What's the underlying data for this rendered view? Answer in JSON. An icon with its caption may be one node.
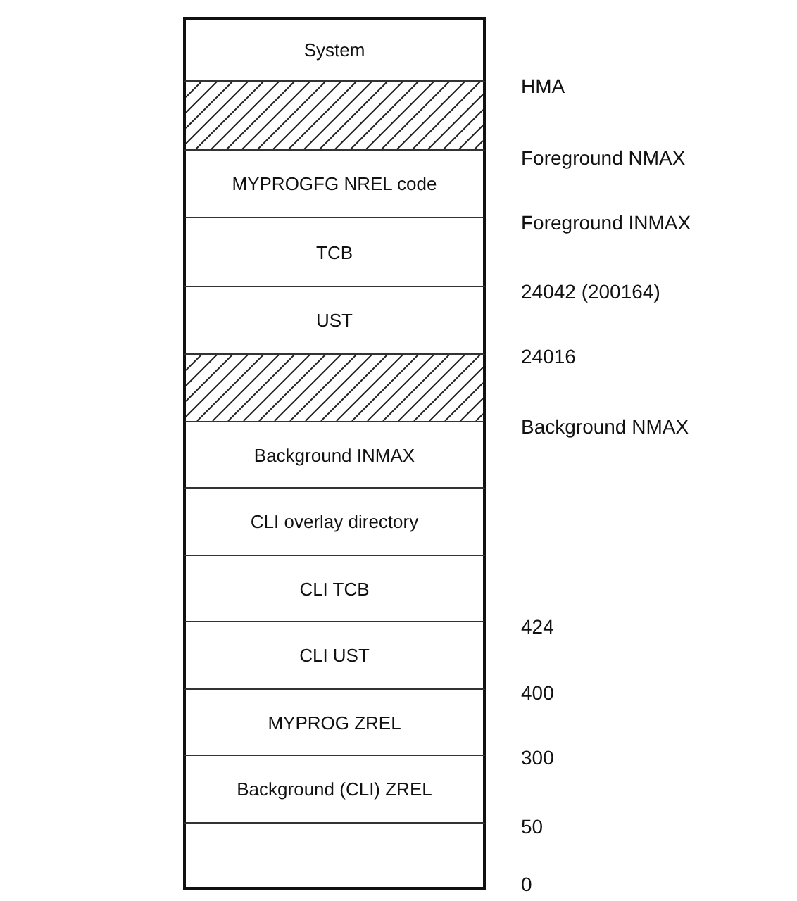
{
  "diagram": {
    "nodes": [
      {
        "text": [
          "System"
        ]
      },
      {
        "text": [],
        "shape": "box"
      },
      {
        "text": [
          "MYPROGFG NREL code"
        ]
      },
      {
        "text": [
          "TCB"
        ]
      },
      {
        "text": [
          "UST"
        ]
      },
      {
        "text": [],
        "shape": "box"
      },
      {
        "text": [
          "Background INMAX"
        ]
      },
      {
        "text": [
          "CLI overlay directory"
        ]
      },
      {
        "text": [
          "CLI TCB"
        ]
      },
      {
        "text": [
          "CLI UST"
        ]
      },
      {
        "text": [
          "MYPROG ZREL"
        ]
      },
      {
        "text": [
          "Background (CLI) ZREL"
        ]
      },
      {
        "text": [],
        "shape": "box"
      }
    ],
    "labels": [
      "HMA",
      "Foreground NMAX",
      "Foreground INMAX",
      "24042 (200164)",
      "24016",
      "Background NMAX",
      "424",
      "400",
      "300",
      "50",
      "0"
    ]
  }
}
